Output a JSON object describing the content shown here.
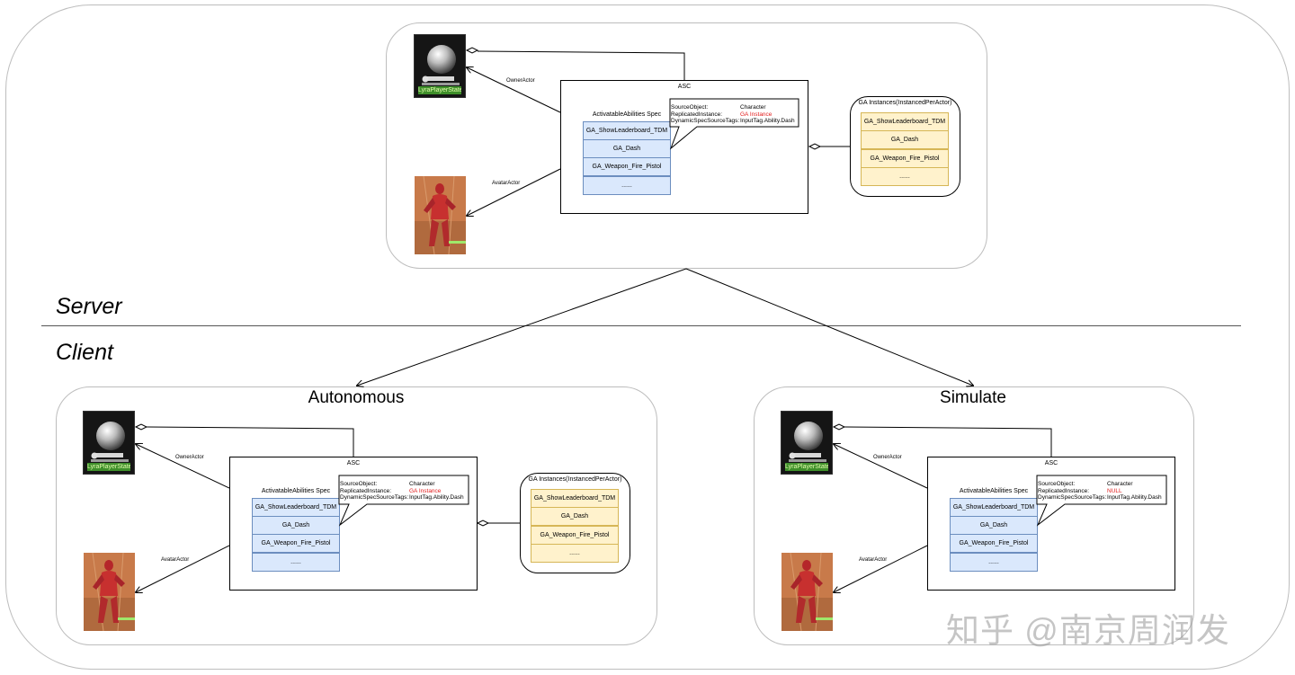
{
  "labels": {
    "server": "Server",
    "client": "Client",
    "autonomous": "Autonomous",
    "simulate": "Simulate"
  },
  "diagram": {
    "asc_title": "ASC",
    "spec_title": "ActivatableAbilities Spec",
    "spec_items": [
      "GA_ShowLeaderboard_TDM",
      "GA_Dash",
      "GA_Weapon_Fire_Pistol",
      "......"
    ],
    "instances_title": "GA Instances(InstancedPerActor)",
    "instance_items": [
      "GA_ShowLeaderboard_TDM",
      "GA_Dash",
      "GA_Weapon_Fire_Pistol",
      "......"
    ],
    "owner_actor_label": "OwnerActor",
    "avatar_actor_label": "AvatarActor",
    "player_state_label": "LyraPlayerState",
    "callout_keys": [
      "SourceObject:",
      "ReplicatedInstance:",
      "DynamicSpecSourceTags:"
    ],
    "callout_server": [
      "Character",
      "GA Instance",
      "InputTag.Ability.Dash"
    ],
    "callout_autonomous": [
      "Character",
      "GA Instance",
      "InputTag.Ability.Dash"
    ],
    "callout_simulate": [
      "Character",
      "NULL",
      "InputTag.Ability.Dash"
    ]
  },
  "watermark": "知乎 @南京周润发",
  "colors": {
    "spec_fill": "#dae8fc",
    "spec_border": "#6c8ebf",
    "instance_fill": "#fff2cc",
    "instance_border": "#d6b656",
    "highlight_red": "#e21d1d",
    "player_state_badge": "#3e8f2a"
  }
}
